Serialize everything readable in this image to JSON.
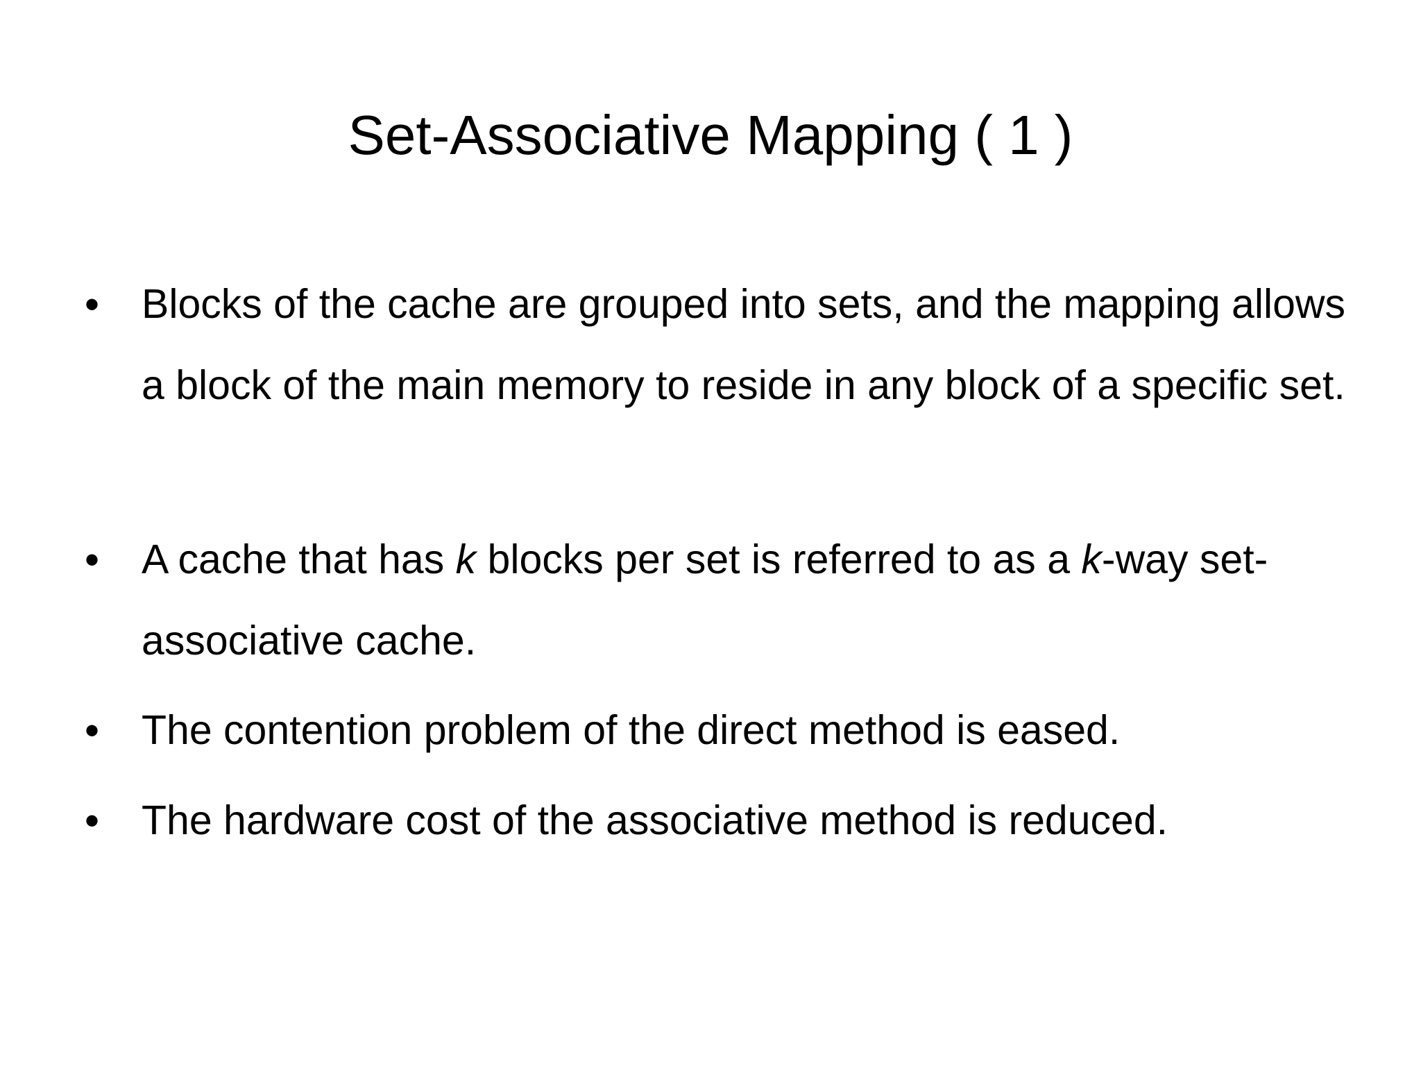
{
  "slide": {
    "title": "Set-Associative Mapping ( 1 )",
    "bullet_symbol": "•",
    "bullets": [
      {
        "text": "Blocks of the cache are grouped into sets, and the mapping allows a block of the main memory to reside in any block of a specific set."
      },
      {
        "text_part1": "A cache that has ",
        "text_italic1": "k",
        "text_part2": " blocks per set is referred to as a ",
        "text_italic2": "k",
        "text_part3": "-way set-associative cache."
      },
      {
        "text": "The contention problem of the direct method is eased."
      },
      {
        "text": "The hardware cost of the associative method is reduced."
      }
    ]
  }
}
